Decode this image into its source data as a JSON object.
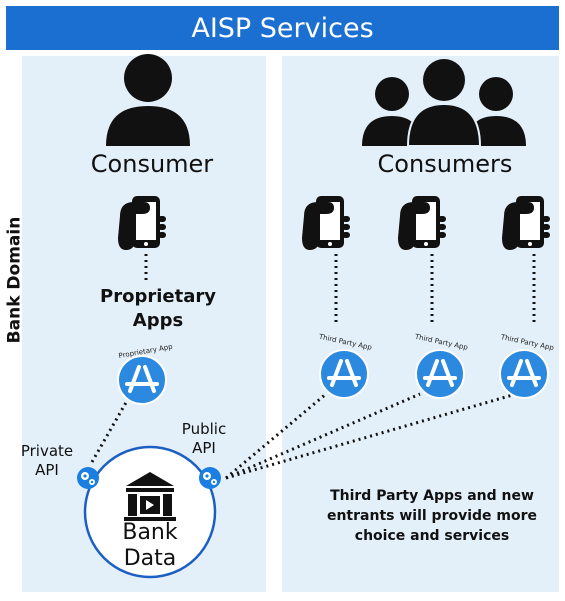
{
  "title": "AISP Services",
  "bank_domain_label": "Bank Domain",
  "consumer_label": "Consumer",
  "consumers_label": "Consumers",
  "proprietary_apps_label": "Proprietary Apps",
  "proprietary_app_icon_label": "Proprietary App",
  "third_party_app_icon_label": "Third Party App",
  "private_api_label": "Private API",
  "public_api_label": "Public API",
  "bank_data_label": "Bank Data",
  "note": "Third Party Apps and new entrants will provide more choice and services",
  "colors": {
    "header": "#1b6fd1",
    "panel": "#e4f0f9",
    "app_icon": "#2b8ae0",
    "gear": "#1a7fe0",
    "bank_circle": "#1b5fc4"
  },
  "icons": [
    "person-icon",
    "people-group-icon",
    "hand-phone-icon",
    "app-store-icon",
    "gear-icon",
    "bank-icon"
  ]
}
